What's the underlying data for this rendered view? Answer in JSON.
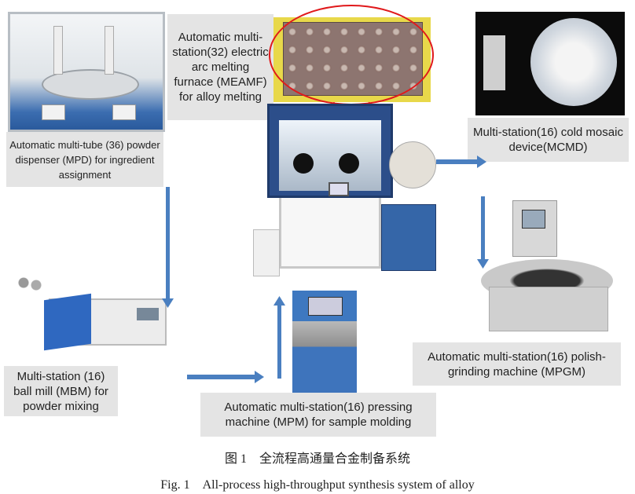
{
  "labels": {
    "mpd": "Automatic multi-tube (36) powder dispenser (MPD) for ingredient assignment",
    "meamf": "Automatic multi-station(32) electric arc melting furnace (MEAMF) for alloy melting",
    "mcmd": "Multi-station(16) cold mosaic device(MCMD)",
    "mbm": "Multi-station (16) ball mill (MBM) for powder mixing",
    "mpm": "Automatic multi-station(16) pressing machine (MPM) for sample molding",
    "mpgm": "Automatic multi-station(16) polish-grinding machine (MPGM)"
  },
  "caption": {
    "zh": "图 1　全流程高通量合金制备系统",
    "en": "Fig. 1　All-process high-throughput synthesis system of alloy"
  },
  "colors": {
    "arrow": "#4a7fc0",
    "highlight": "#e0191b",
    "label_bg": "#e4e4e4"
  }
}
